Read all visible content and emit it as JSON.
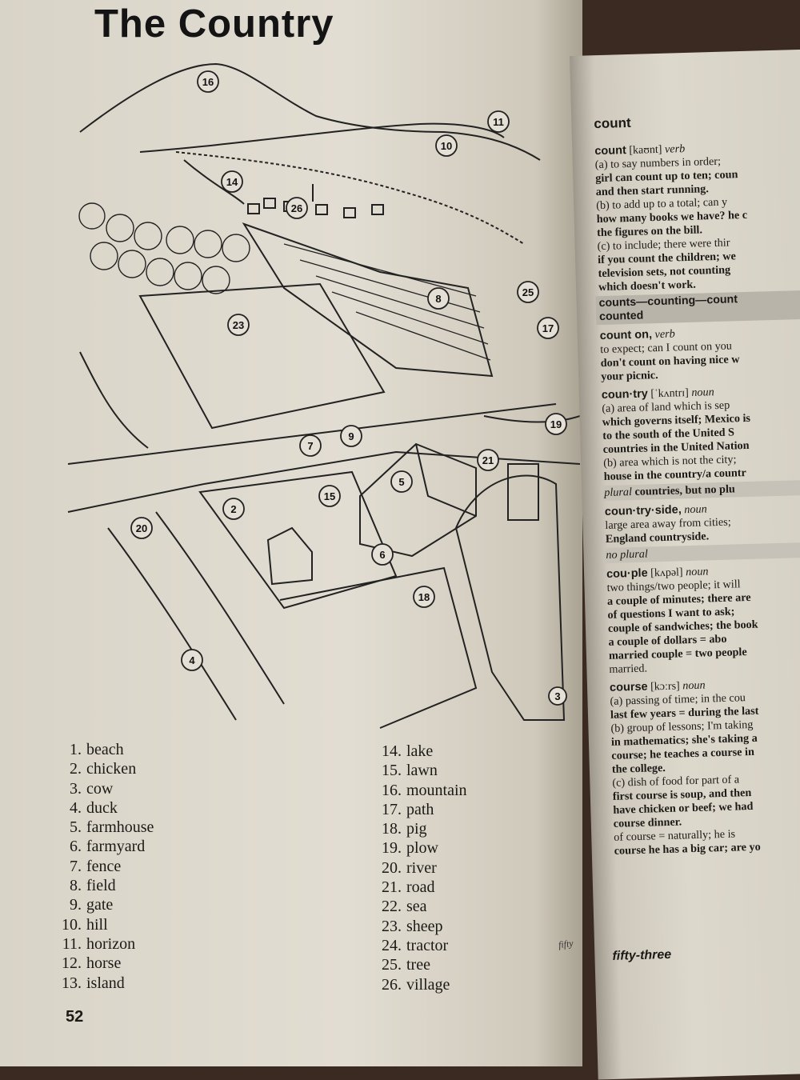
{
  "left_page": {
    "title": "The Country",
    "page_number": "52",
    "footer_fragment": "fifty",
    "callouts": [
      "16",
      "11",
      "10",
      "14",
      "26",
      "8",
      "25",
      "17",
      "23",
      "7",
      "9",
      "21",
      "19",
      "5",
      "15",
      "2",
      "6",
      "20",
      "18",
      "4",
      "3"
    ],
    "vocabulary_col1": [
      {
        "num": "1.",
        "word": "beach"
      },
      {
        "num": "2.",
        "word": "chicken"
      },
      {
        "num": "3.",
        "word": "cow"
      },
      {
        "num": "4.",
        "word": "duck"
      },
      {
        "num": "5.",
        "word": "farmhouse"
      },
      {
        "num": "6.",
        "word": "farmyard"
      },
      {
        "num": "7.",
        "word": "fence"
      },
      {
        "num": "8.",
        "word": "field"
      },
      {
        "num": "9.",
        "word": "gate"
      },
      {
        "num": "10.",
        "word": "hill"
      },
      {
        "num": "11.",
        "word": "horizon"
      },
      {
        "num": "12.",
        "word": "horse"
      },
      {
        "num": "13.",
        "word": "island"
      }
    ],
    "vocabulary_col2": [
      {
        "num": "14.",
        "word": "lake"
      },
      {
        "num": "15.",
        "word": "lawn"
      },
      {
        "num": "16.",
        "word": "mountain"
      },
      {
        "num": "17.",
        "word": "path"
      },
      {
        "num": "18.",
        "word": "pig"
      },
      {
        "num": "19.",
        "word": "plow"
      },
      {
        "num": "20.",
        "word": "river"
      },
      {
        "num": "21.",
        "word": "road"
      },
      {
        "num": "22.",
        "word": "sea"
      },
      {
        "num": "23.",
        "word": "sheep"
      },
      {
        "num": "24.",
        "word": "tractor"
      },
      {
        "num": "25.",
        "word": "tree"
      },
      {
        "num": "26.",
        "word": "village"
      }
    ]
  },
  "right_page": {
    "running_head": "count",
    "page_word": "fifty-three",
    "entries": {
      "count": {
        "hw": "count",
        "pron": "[kaʊnt]",
        "pos": "verb",
        "lines": [
          "(a) to say numbers in order;",
          "girl can count up to ten; coun",
          "and then start running.",
          "(b) to add up to a total; can y",
          "how many books we have? he c",
          "the figures on the bill.",
          "(c) to include; there were thir",
          "if you count the children; we",
          "television sets, not counting",
          "which doesn't work."
        ],
        "forms_line1": "counts—counting—count",
        "forms_line2": "counted"
      },
      "count_on": {
        "hw": "count on,",
        "pos": "verb",
        "lines": [
          "to expect; can I count on you",
          "don't count on having nice w",
          "your picnic."
        ]
      },
      "country": {
        "hw": "coun·try",
        "pron": "[ˈkʌntrɪ]",
        "pos": "noun",
        "lines": [
          "(a) area of land which is sep",
          "which governs itself; Mexico is",
          "to the south of the United S",
          "countries in the United Nation",
          "(b) area which is not the city;",
          "house in the country/a countr"
        ],
        "plural_label": "plural",
        "plural_word": "countries, but no plu"
      },
      "countryside": {
        "hw": "coun·try·side,",
        "pos": "noun",
        "lines": [
          "large area away from cities;",
          "England countryside."
        ],
        "note": "no plural"
      },
      "couple": {
        "hw": "cou·ple",
        "pron": "[kʌpəl]",
        "pos": "noun",
        "lines": [
          "two things/two people; it will",
          "a couple of minutes; there are",
          "of questions I want to ask;",
          "couple of sandwiches; the book",
          "a couple of dollars = abo",
          "married couple = two people",
          "married."
        ]
      },
      "course": {
        "hw": "course",
        "pron": "[kɔːrs]",
        "pos": "noun",
        "lines": [
          "(a) passing of time; in the cou",
          "last few years = during the last",
          "(b) group of lessons; I'm taking",
          "in mathematics; she's taking a",
          "course; he teaches a course in",
          "the college.",
          "(c) dish of food for part of a",
          "first course is soup, and then",
          "have chicken or beef; we had",
          "course dinner.",
          "of course = naturally; he is",
          "course he has a big car; are yo"
        ]
      }
    }
  }
}
